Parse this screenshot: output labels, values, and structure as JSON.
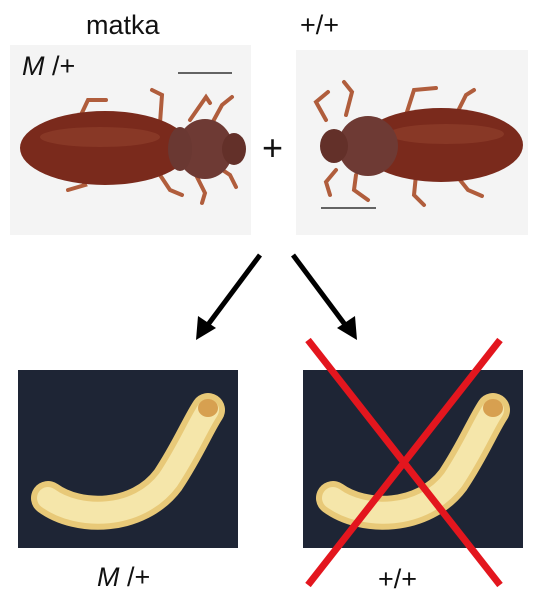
{
  "top": {
    "mother_label": "matka",
    "father_label": "+/+",
    "left_genotype": {
      "symbol": "M",
      "rest": " /+"
    },
    "plus_sign": "+"
  },
  "bottom": {
    "left_genotype": {
      "symbol": "M",
      "rest": " /+"
    },
    "right_genotype": "+/+"
  },
  "icons": [
    "beetle-photo",
    "beetle-photo",
    "down-left-arrow",
    "down-right-arrow",
    "larva-photo",
    "larva-photo",
    "red-cross"
  ],
  "colors": {
    "beetle_body": "#7a2a1c",
    "larva": "#f2e2a0",
    "photo_background": "#1e2535",
    "cross": "#e3161e",
    "arrow": "#000000"
  }
}
